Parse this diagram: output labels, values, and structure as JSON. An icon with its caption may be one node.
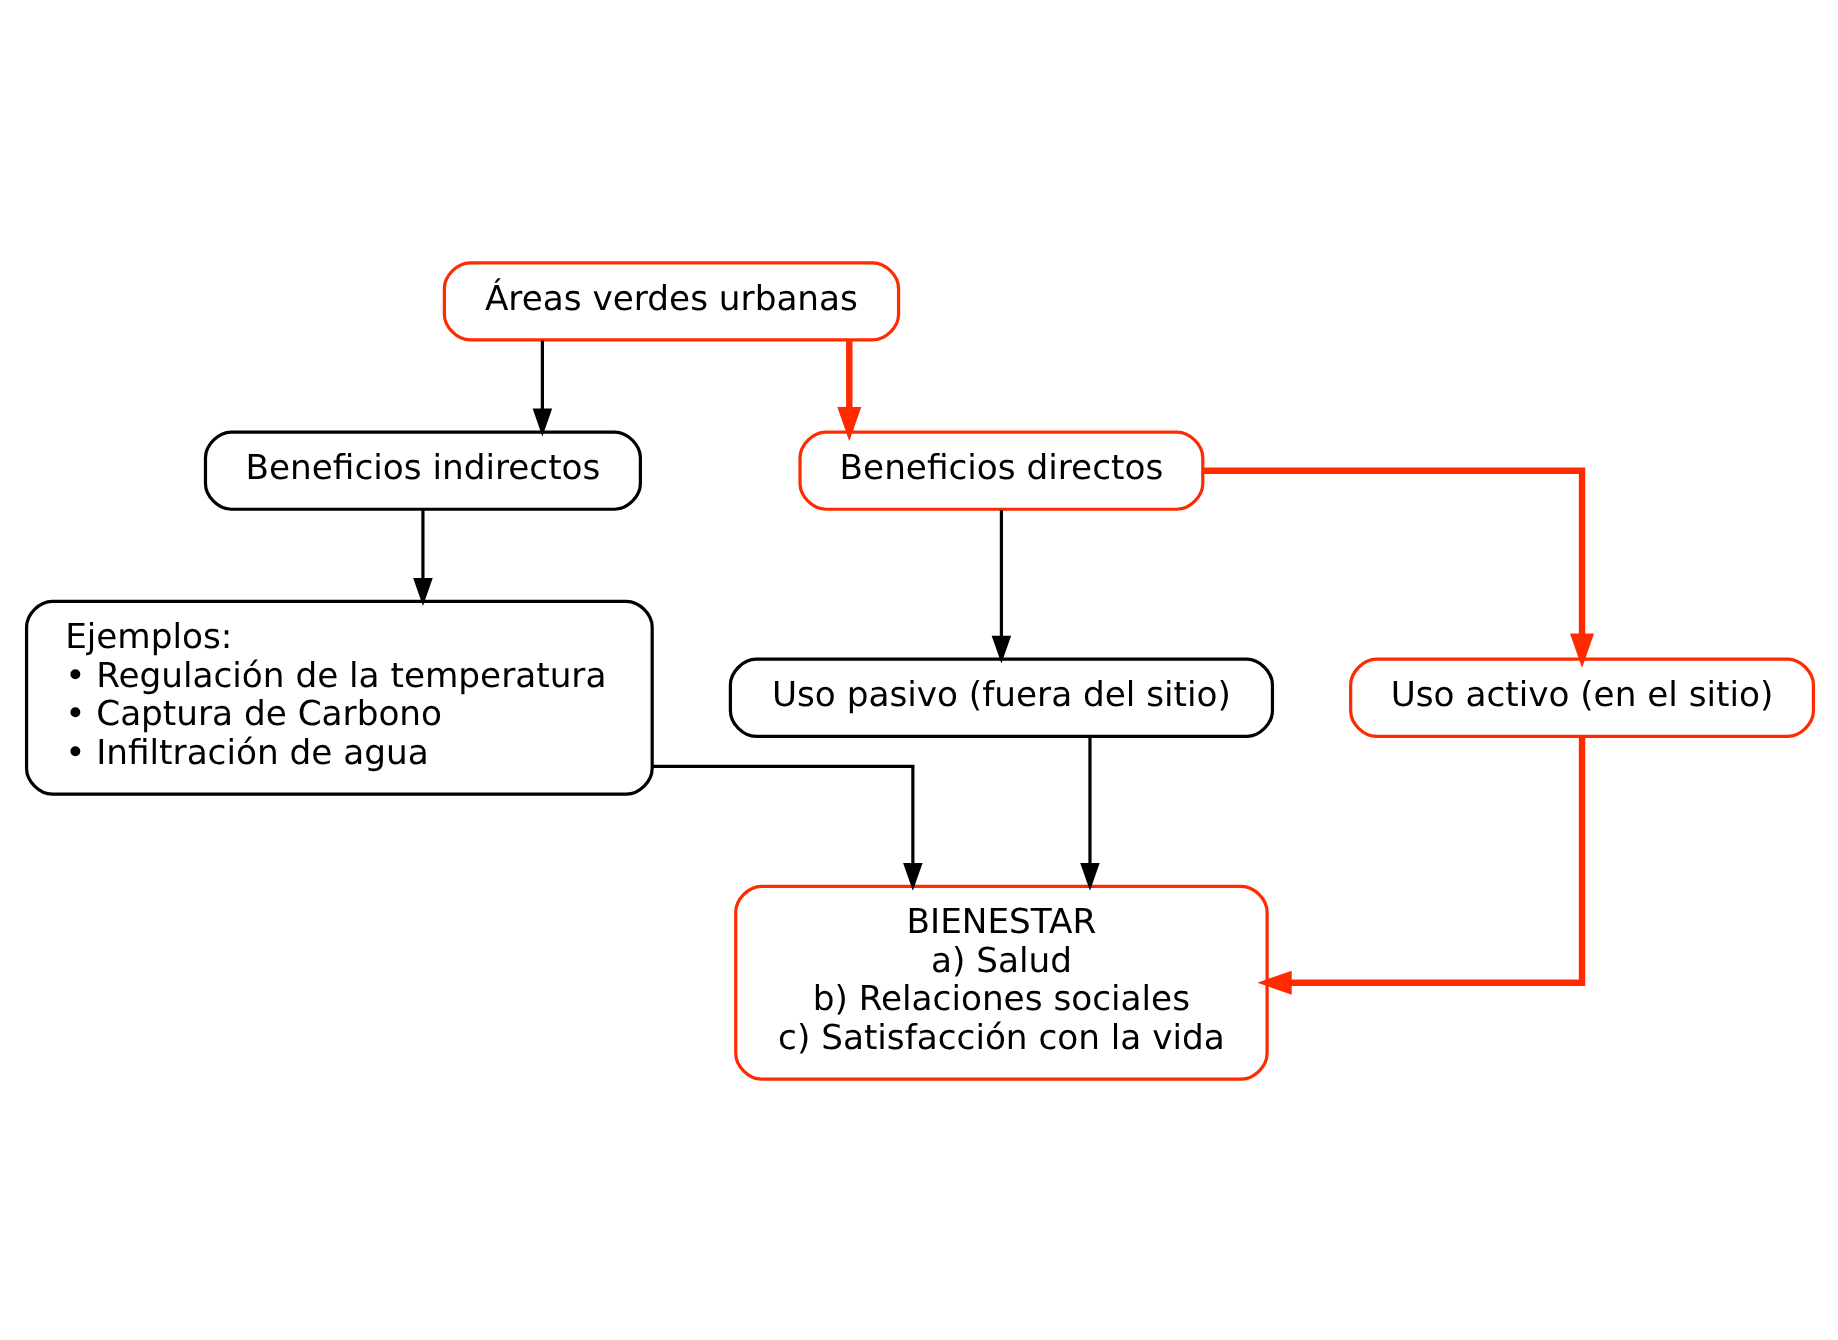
{
  "diagram": {
    "nodes": [
      {
        "text": [
          "Áreas verdes urbanas"
        ]
      },
      {
        "text": [
          "Beneficios indirectos"
        ]
      },
      {
        "text": [
          "Beneficios directos"
        ]
      },
      {
        "text": [
          "Ejemplos:",
          "• Regulación de la temperatura",
          "• Captura de Carbono",
          "• Infiltración de agua"
        ]
      },
      {
        "text": [
          "Uso pasivo (fuera del sitio)"
        ]
      },
      {
        "text": [
          "Uso activo (en el sitio)"
        ]
      },
      {
        "text": [
          "BIENESTAR",
          "a) Salud",
          "b) Relaciones sociales",
          "c) Satisfacción con la vida"
        ]
      }
    ],
    "edges": [
      {
        "from": 0,
        "to": 1,
        "arrow": "to"
      },
      {
        "from": 0,
        "to": 2,
        "arrow": "to",
        "style": "thick",
        "color": "#ff2a00"
      },
      {
        "from": 1,
        "to": 3,
        "arrow": "to"
      },
      {
        "from": 2,
        "to": 4,
        "arrow": "to"
      },
      {
        "from": 2,
        "to": 5,
        "arrow": "to",
        "style": "thick",
        "color": "#ff2a00"
      },
      {
        "from": 4,
        "to": 6,
        "arrow": "to"
      },
      {
        "from": 3,
        "to": 6,
        "arrow": "to"
      },
      {
        "from": 5,
        "to": 6,
        "arrow": "to",
        "style": "thick",
        "color": "#ff2a00"
      }
    ]
  }
}
